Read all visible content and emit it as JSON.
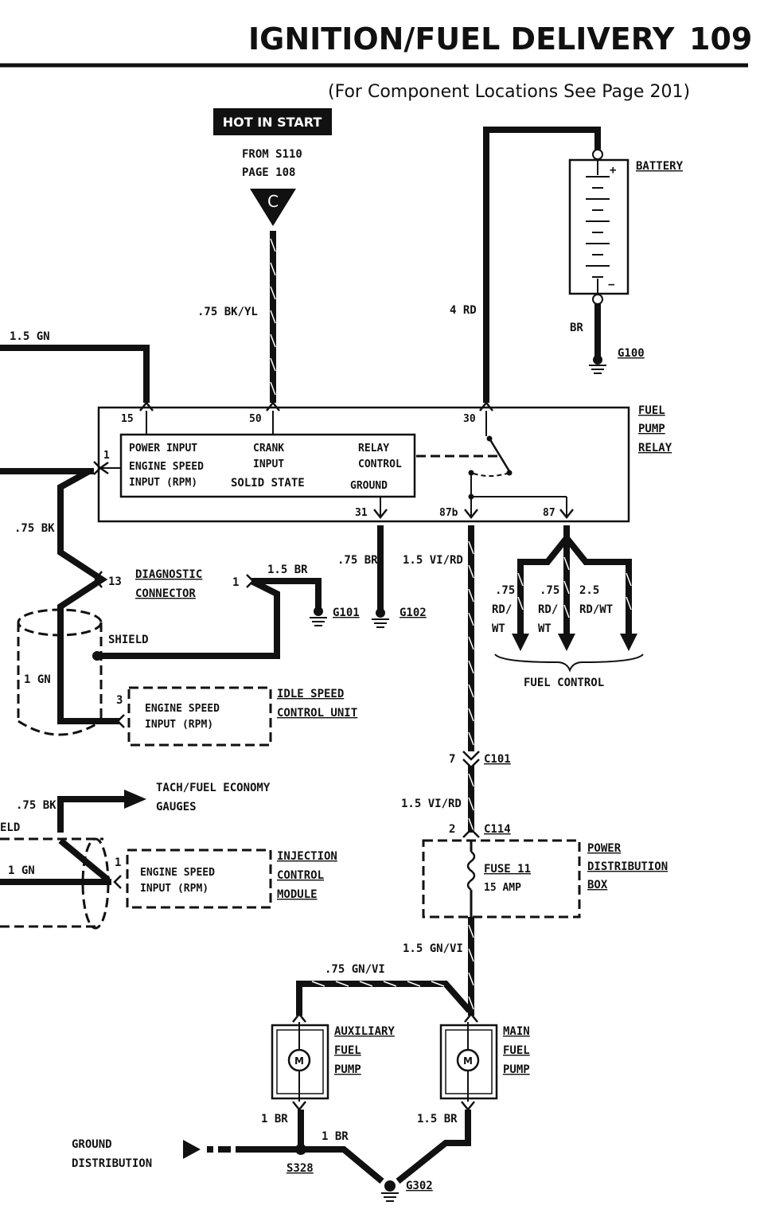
{
  "header": {
    "section_title": "IGNITION/FUEL DELIVERY",
    "page_number": "109",
    "locations_note": "(For Component Locations See Page 201)"
  },
  "hot_in_start": {
    "label": "HOT IN START",
    "from": "FROM S110",
    "page": "PAGE 108",
    "connector_letter": "C"
  },
  "battery": {
    "label": "BATTERY",
    "plus": "+",
    "minus": "−",
    "ground": "G100",
    "wire_top": "4 RD",
    "wire_bottom": "BR"
  },
  "relay": {
    "label_lines": [
      "FUEL",
      "PUMP",
      "RELAY"
    ],
    "pins": {
      "p15": "15",
      "p50": "50",
      "p30": "30",
      "p1": "1",
      "p31": "31",
      "p87b": "87b",
      "p87": "87"
    },
    "inner": {
      "power_input": "POWER INPUT",
      "engine_speed": "ENGINE SPEED",
      "input_rpm": "INPUT (RPM)",
      "crank": "CRANK",
      "input": "INPUT",
      "solid_state": "SOLID STATE",
      "relay": "RELAY",
      "control": "CONTROL",
      "ground": "GROUND"
    }
  },
  "wires": {
    "gn_15": "1.5 GN",
    "bkyl": ".75 BK/YL",
    "bk_75": ".75 BK",
    "br_15": "1.5 BR",
    "br_75": ".75 BR",
    "vird_15": "1.5 VI/RD",
    "rdwt_a1": ".75",
    "rdwt_a2": "RD/",
    "rdwt_a3": "WT",
    "rdwt_b1": ".75",
    "rdwt_b2": "RD/",
    "rdwt_b3": "WT",
    "rdwt_c1": "2.5",
    "rdwt_c2": "RD/WT",
    "gn_1": "1 GN",
    "shield": "SHIELD",
    "bk_75b": ".75 BK",
    "eld": "ELD",
    "gn_1b": "1 GN",
    "vird_15b": "1.5 VI/RD",
    "gnvi_15": "1.5 GN/VI",
    "gnvi_75": ".75 GN/VI",
    "br_1a": "1 BR",
    "br_1b": "1 BR",
    "br_15b": "1.5 BR"
  },
  "diagnostic": {
    "label1": "DIAGNOSTIC",
    "label2": "CONNECTOR",
    "pin13": "13",
    "pin1": "1"
  },
  "grounds": {
    "g101": "G101",
    "g102": "G102",
    "g302": "G302",
    "s328": "S328"
  },
  "fuel_control": "FUEL CONTROL",
  "idle_speed": {
    "label1": "IDLE SPEED",
    "label2": "CONTROL UNIT",
    "inner1": "ENGINE SPEED",
    "inner2": "INPUT (RPM)",
    "pin": "3"
  },
  "tach": {
    "label1": "TACH/FUEL ECONOMY",
    "label2": "GAUGES"
  },
  "injection": {
    "label1": "INJECTION",
    "label2": "CONTROL",
    "label3": "MODULE",
    "inner1": "ENGINE SPEED",
    "inner2": "INPUT (RPM)",
    "pin": "1"
  },
  "connectors": {
    "c101": "C101",
    "c101_pin": "7",
    "c114": "C114",
    "c114_pin": "2"
  },
  "pdb": {
    "label1": "POWER",
    "label2": "DISTRIBUTION",
    "label3": "BOX",
    "fuse": "FUSE 11",
    "amp": "15 AMP"
  },
  "aux_pump": {
    "label1": "AUXILIARY",
    "label2": "FUEL",
    "label3": "PUMP",
    "motor": "M"
  },
  "main_pump": {
    "label1": "MAIN",
    "label2": "FUEL",
    "label3": "PUMP",
    "motor": "M"
  },
  "ground_dist": {
    "label1": "GROUND",
    "label2": "DISTRIBUTION"
  }
}
